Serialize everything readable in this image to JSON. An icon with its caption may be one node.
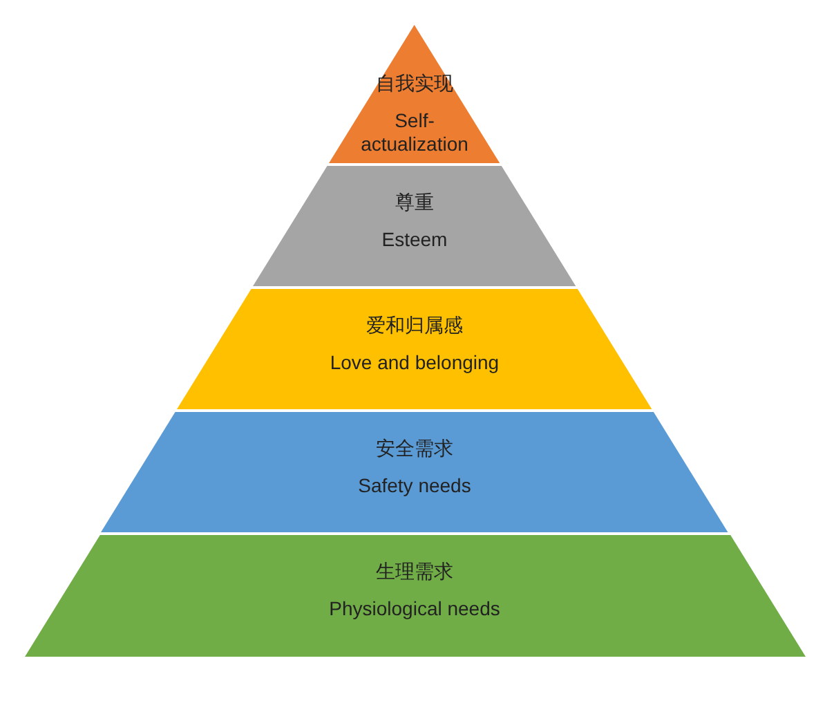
{
  "diagram": {
    "nodes": [
      {
        "text": [
          "自我实现",
          "Self-actualization"
        ]
      },
      {
        "text": [
          "尊重",
          "Esteem"
        ]
      },
      {
        "text": [
          "爱和归属感",
          "Love and belonging"
        ]
      },
      {
        "text": [
          "安全需求",
          "Safety needs"
        ]
      },
      {
        "text": [
          "生理需求",
          "Physiological needs"
        ]
      }
    ],
    "edges": []
  }
}
